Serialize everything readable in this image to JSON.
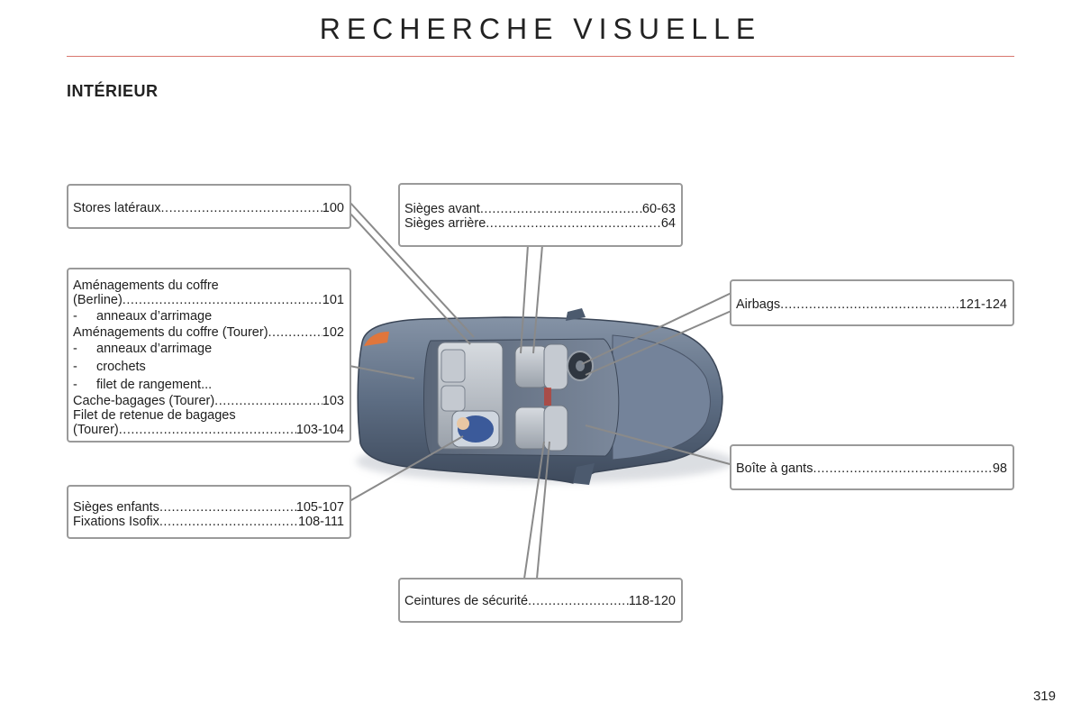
{
  "header": {
    "title": "RECHERCHE VISUELLE",
    "section": "INTÉRIEUR"
  },
  "callouts": {
    "stores": {
      "label": "Stores latéraux",
      "page": "100"
    },
    "amenagements": {
      "l1": "Aménagements du coffre",
      "e1": {
        "label": "(Berline)",
        "page": "101"
      },
      "s1": "anneaux d’arrimage",
      "e2": {
        "label": "Aménagements du coffre (Tourer)",
        "page": "102"
      },
      "s2": "anneaux d’arrimage",
      "s3": "crochets",
      "s4": "filet de rangement...",
      "e3": {
        "label": "Cache-bagages (Tourer)",
        "page": "103"
      },
      "l2": "Filet de retenue de bagages",
      "e4": {
        "label": "(Tourer)",
        "page": "103-104"
      },
      "dash": "-"
    },
    "enfants": {
      "e1": {
        "label": "Sièges enfants",
        "page": "105-107"
      },
      "e2": {
        "label": "Fixations Isofix",
        "page": "108-111"
      }
    },
    "sieges": {
      "e1": {
        "label": "Sièges avant",
        "page": "60-63"
      },
      "e2": {
        "label": "Sièges arrière",
        "page": "64"
      }
    },
    "airbags": {
      "label": "Airbags",
      "page": "121-124"
    },
    "gants": {
      "label": "Boîte à gants",
      "page": "98"
    },
    "ceintures": {
      "label": "Ceintures de sécurité",
      "page": "118-120"
    }
  },
  "footer": {
    "page_number": "319"
  },
  "colors": {
    "title_rule": "#d9776f",
    "box_border": "#9a9a9a",
    "car_body": "#5d6d83"
  }
}
